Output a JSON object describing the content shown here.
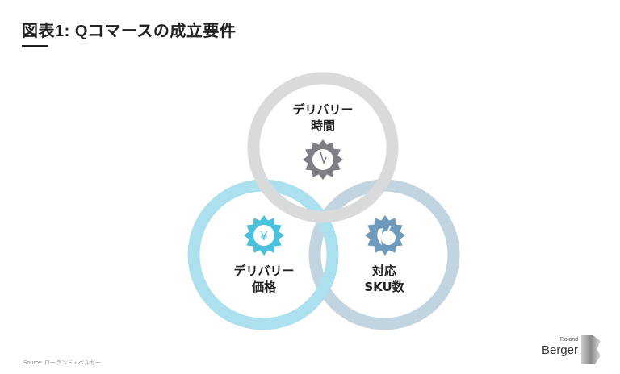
{
  "title": "図表1: Qコマースの成立要件",
  "circles": [
    {
      "id": "time",
      "line1": "デリバリー",
      "line2": "時間",
      "color": "#d9dadc",
      "icon_color": "#7c7e84",
      "icon": "clock-icon"
    },
    {
      "id": "price",
      "line1": "デリバリー",
      "line2": "価格",
      "color": "#ade0ee",
      "icon_color": "#4dc0dc",
      "icon": "yen-icon",
      "symbol": "¥"
    },
    {
      "id": "sku",
      "line1": "対応",
      "line2": "SKU数",
      "color": "#c2d4e0",
      "icon_color": "#6f9abb",
      "icon": "produce-icon"
    }
  ],
  "source": "Source: ローランド・ベルガー",
  "logo": {
    "top": "Roland",
    "bottom": "Berger"
  }
}
